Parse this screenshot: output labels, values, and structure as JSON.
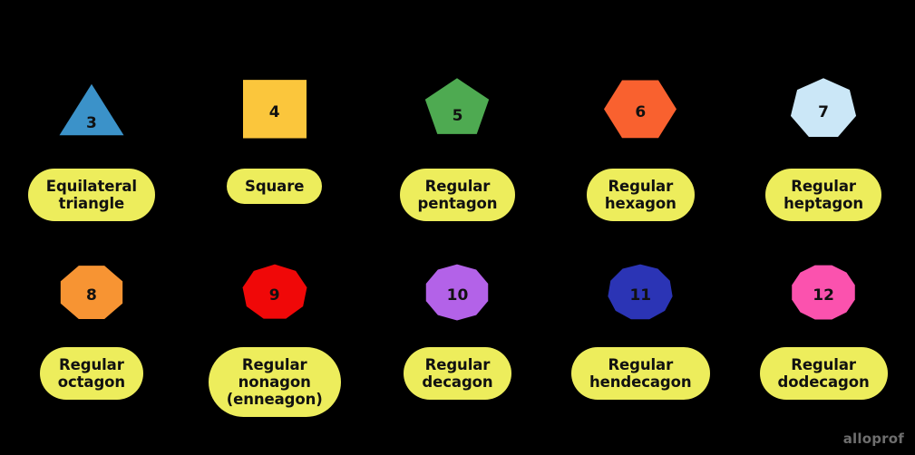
{
  "background_color": "#000000",
  "pill_color": "#eded5c",
  "pill_text_color": "#111111",
  "number_text_color": "#111111",
  "watermark": {
    "text": "alloprof",
    "color": "#6e6e6e"
  },
  "rows": [
    {
      "index": 0,
      "cells": [
        {
          "number": "3",
          "sides": 3,
          "color": "#3b92c9",
          "shape": "triangle",
          "label_lines": [
            "Equilateral",
            "triangle"
          ],
          "label_full": "Equilateral triangle"
        },
        {
          "number": "4",
          "sides": 4,
          "color": "#fbc63c",
          "shape": "square",
          "label_lines": [
            "Square"
          ],
          "label_full": "Square"
        },
        {
          "number": "5",
          "sides": 5,
          "color": "#4eaa51",
          "shape": "pentagon",
          "label_lines": [
            "Regular",
            "pentagon"
          ],
          "label_full": "Regular pentagon"
        },
        {
          "number": "6",
          "sides": 6,
          "color": "#f9612f",
          "shape": "hexagon",
          "label_lines": [
            "Regular",
            "hexagon"
          ],
          "label_full": "Regular hexagon"
        },
        {
          "number": "7",
          "sides": 7,
          "color": "#cbe7f7",
          "shape": "heptagon",
          "label_lines": [
            "Regular",
            "heptagon"
          ],
          "label_full": "Regular heptagon"
        }
      ]
    },
    {
      "index": 1,
      "cells": [
        {
          "number": "8",
          "sides": 8,
          "color": "#f79433",
          "shape": "octagon",
          "label_lines": [
            "Regular",
            "octagon"
          ],
          "label_full": "Regular octagon"
        },
        {
          "number": "9",
          "sides": 9,
          "color": "#f00808",
          "shape": "nonagon",
          "label_lines": [
            "Regular",
            "nonagon",
            "(enneagon)"
          ],
          "label_full": "Regular nonagon (enneagon)"
        },
        {
          "number": "10",
          "sides": 10,
          "color": "#b362e8",
          "shape": "decagon",
          "label_lines": [
            "Regular",
            "decagon"
          ],
          "label_full": "Regular decagon"
        },
        {
          "number": "11",
          "sides": 11,
          "color": "#2b34b5",
          "shape": "hendecagon",
          "label_lines": [
            "Regular",
            "hendecagon"
          ],
          "label_full": "Regular hendecagon"
        },
        {
          "number": "12",
          "sides": 12,
          "color": "#fb52ae",
          "shape": "dodecagon",
          "label_lines": [
            "Regular",
            "dodecagon"
          ],
          "label_full": "Regular dodecagon"
        }
      ]
    }
  ]
}
